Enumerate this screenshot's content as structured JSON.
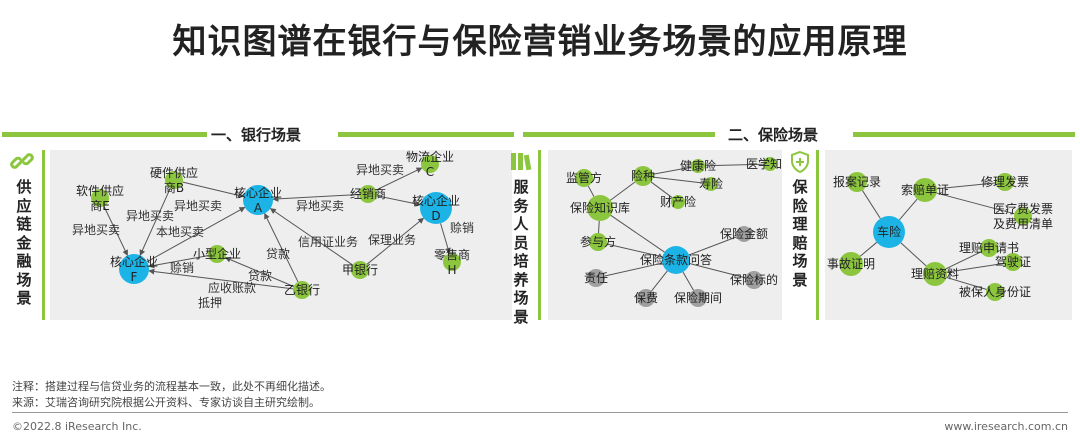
{
  "title": "知识图谱在银行与保险营销业务场景的应用原理",
  "sections": {
    "bank": "一、银行场景",
    "insurance": "二、保险场景"
  },
  "scenes": [
    {
      "title": "供应链金融场景",
      "icon": "link-icon"
    },
    {
      "title": "服务人员培养场景",
      "icon": "books-icon"
    },
    {
      "title": "保险理赔场景",
      "icon": "shield-plus-icon"
    }
  ],
  "colors": {
    "green": "#8cc63f",
    "blue": "#1cb4e6",
    "gray": "#a0a0a0",
    "edge": "#555555"
  },
  "bank_graph": {
    "nodes": [
      {
        "id": "F",
        "label": "核心企业\nF",
        "type": "blue"
      },
      {
        "id": "A",
        "label": "核心企业\nA",
        "type": "blue"
      },
      {
        "id": "D",
        "label": "核心企业\nD",
        "type": "blue"
      },
      {
        "id": "E",
        "label": "软件供应\n商E",
        "type": "green"
      },
      {
        "id": "B",
        "label": "硬件供应\n商B",
        "type": "green"
      },
      {
        "id": "small",
        "label": "小型企业",
        "type": "green"
      },
      {
        "id": "yi",
        "label": "乙银行",
        "type": "green"
      },
      {
        "id": "jia",
        "label": "甲银行",
        "type": "green"
      },
      {
        "id": "dealer",
        "label": "经销商",
        "type": "green"
      },
      {
        "id": "C",
        "label": "物流企业\nC",
        "type": "green"
      },
      {
        "id": "H",
        "label": "零售商\nH",
        "type": "green"
      }
    ],
    "edge_labels": [
      "异地买卖",
      "异地买卖",
      "异地买卖",
      "本地买卖",
      "异地买卖",
      "异地买卖",
      "赊销",
      "赊销",
      "贷款",
      "贷款",
      "信用证业务",
      "保理业务",
      "应收账款",
      "抵押"
    ]
  },
  "training_graph": {
    "nodes": [
      {
        "id": "regulator",
        "label": "监管方",
        "type": "green"
      },
      {
        "id": "kb",
        "label": "保险知识库",
        "type": "green"
      },
      {
        "id": "participant",
        "label": "参与方",
        "type": "green"
      },
      {
        "id": "kind",
        "label": "险种",
        "type": "green"
      },
      {
        "id": "health",
        "label": "健康险",
        "type": "green"
      },
      {
        "id": "medical",
        "label": "医学知识",
        "type": "green"
      },
      {
        "id": "life",
        "label": "寿险",
        "type": "green"
      },
      {
        "id": "property",
        "label": "财产险",
        "type": "green"
      },
      {
        "id": "qa",
        "label": "保险条款问答",
        "type": "blue"
      },
      {
        "id": "amount",
        "label": "保险金额",
        "type": "gray"
      },
      {
        "id": "liability",
        "label": "责任",
        "type": "gray"
      },
      {
        "id": "premium",
        "label": "保费",
        "type": "gray"
      },
      {
        "id": "period",
        "label": "保险期间",
        "type": "gray"
      },
      {
        "id": "subject",
        "label": "保险标的",
        "type": "gray"
      }
    ]
  },
  "claims_graph": {
    "nodes": [
      {
        "id": "case",
        "label": "报案记录",
        "type": "green"
      },
      {
        "id": "voucher",
        "label": "索赔单证",
        "type": "green"
      },
      {
        "id": "repair",
        "label": "修理发票",
        "type": "green"
      },
      {
        "id": "medbill",
        "label": "医疗费发票\n及费用清单",
        "type": "green"
      },
      {
        "id": "car",
        "label": "车险",
        "type": "blue"
      },
      {
        "id": "accident",
        "label": "事故证明",
        "type": "green"
      },
      {
        "id": "docs",
        "label": "理赔资料",
        "type": "green"
      },
      {
        "id": "apply",
        "label": "理赔申请书",
        "type": "green"
      },
      {
        "id": "license",
        "label": "驾驶证",
        "type": "green"
      },
      {
        "id": "idcard",
        "label": "被保人身份证",
        "type": "green"
      }
    ]
  },
  "footer": {
    "note": "注释：搭建过程与信贷业务的流程基本一致，此处不再细化描述。",
    "source": "来源：艾瑞咨询研究院根据公开资料、专家访谈自主研究绘制。",
    "copyright": "©2022.8 iResearch Inc.",
    "url": "www.iresearch.com.cn"
  }
}
